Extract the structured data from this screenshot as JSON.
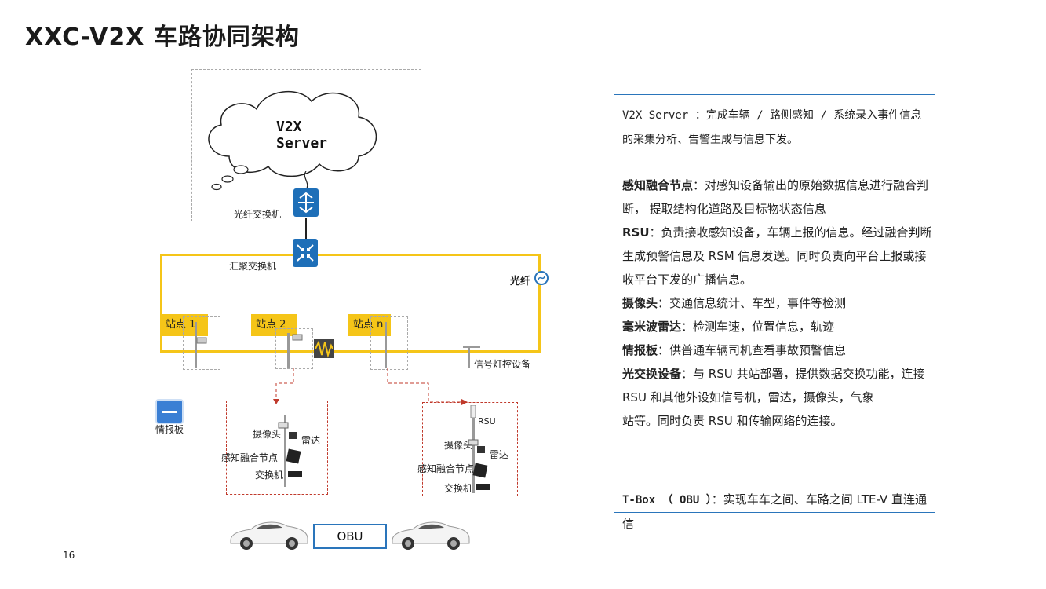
{
  "title": "XXC-V2X 车路协同架构",
  "page_number": "16",
  "diagram": {
    "cloud": "V2X Server",
    "fiber_switch": "光纤交换机",
    "aggregation_switch": "汇聚交换机",
    "fiber": "光纤",
    "sites": [
      "站点 1",
      "站点 2",
      "站点 n"
    ],
    "signal_control": "信号灯控设备",
    "info_board": "情报板",
    "left_cluster": {
      "camera": "摄像头",
      "radar": "雷达",
      "fusion_node": "感知融合节点",
      "switch": "交换机"
    },
    "right_cluster": {
      "rsu": "RSU",
      "camera": "摄像头",
      "radar": "雷达",
      "fusion_node": "感知融合节点",
      "switch": "交换机"
    },
    "obu": "OBU"
  },
  "description": {
    "server": "V2X Server ：完成车辆 / 路侧感知 / 系统录入事件信息的采集分析、告警生成与信息下发。",
    "fusion_term": "感知融合节点",
    "fusion_text": "：对感知设备输出的原始数据信息进行融合判断， 提取结构化道路及目标物状态信息",
    "rsu_term": "RSU",
    "rsu_text": "：负责接收感知设备，车辆上报的信息。经过融合判断生成预警信息及 RSM 信息发送。同时负责向平台上报或接收平台下发的广播信息。",
    "camera_term": "摄像头",
    "camera_text": "：交通信息统计、车型，事件等检测",
    "radar_term": "毫米波雷达",
    "radar_text": "：检测车速，位置信息，轨迹",
    "board_term": "情报板",
    "board_text": "：供普通车辆司机查看事故预警信息",
    "optical_term": "光交换设备",
    "optical_text": "：与 RSU 共站部署，提供数据交换功能，连接RSU  和其他外设如信号机，雷达，摄像头，气象",
    "optical_text2": "站等。同时负责 RSU 和传输网络的连接。",
    "tbox_term": "T-Box （ OBU ）",
    "tbox_text": "：实现车车之间、车路之间 LTE-V 直连通信"
  }
}
